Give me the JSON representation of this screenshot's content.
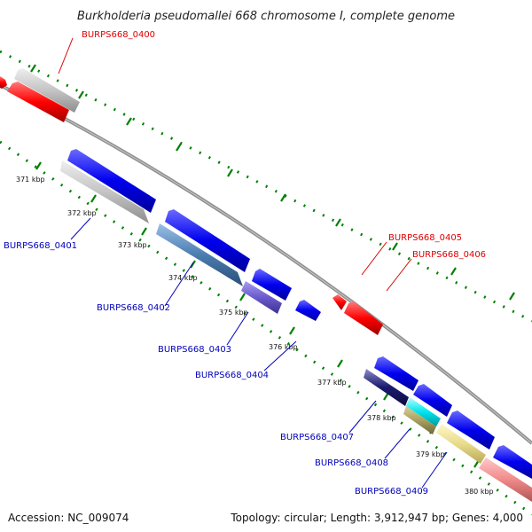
{
  "title": "Burkholderia pseudomallei 668 chromosome I, complete genome",
  "footer": {
    "accession": "Accession: NC_009074",
    "summary": "Topology: circular; Length: 3,912,947 bp; Genes: 4,000"
  },
  "ticks": [
    "371 kbp",
    "372 kbp",
    "373 kbp",
    "374 kbp",
    "375 kbp",
    "376 kbp",
    "377 kbp",
    "378 kbp",
    "379 kbp",
    "380 kbp"
  ],
  "labels": {
    "g0400": "BURPS668_0400",
    "g0401": "BURPS668_0401",
    "g0402": "BURPS668_0402",
    "g0403": "BURPS668_0403",
    "g0404": "BURPS668_0404",
    "g0405": "BURPS668_0405",
    "g0406": "BURPS668_0406",
    "g0407": "BURPS668_0407",
    "g0408": "BURPS668_0408",
    "g0409": "BURPS668_0409"
  },
  "colors": {
    "highlight_label": "#dd0000",
    "normal_label": "#0000bb",
    "cds_forward": "#0000ee",
    "cds_reverse_gray": "#bbbbbb",
    "highlight_feature": "#ff0000",
    "steelblue": "#4a7db0",
    "slateblue": "#6a5acd",
    "navy": "#1a1a6e",
    "cyan": "#00e5ee",
    "khaki": "#e8dc8c",
    "salmon": "#f08a8a",
    "backbone": "#808080",
    "tick_mark": "#008000"
  }
}
